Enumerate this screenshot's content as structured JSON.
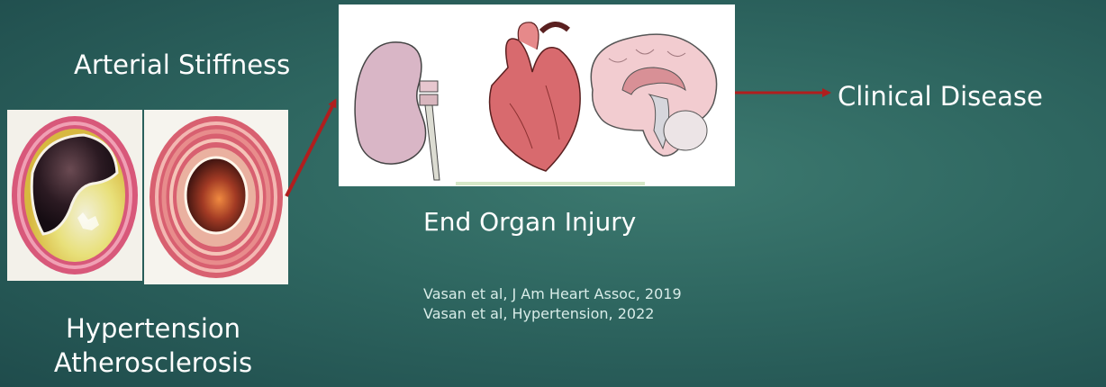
{
  "labels": {
    "arterial_stiffness": "Arterial Stiffness",
    "hypertension": "Hypertension",
    "atherosclerosis": "Atherosclerosis",
    "end_organ_injury": "End Organ Injury",
    "clinical_disease": "Clinical Disease"
  },
  "references": [
    "Vasan et al,  J Am Heart Assoc, 2019",
    "Vasan et al, Hypertension, 2022"
  ],
  "icons": {
    "atherosclerotic_vessel": "atherosclerotic-artery-cross-section",
    "stiff_vessel": "stiff-artery-cross-section",
    "kidney": "kidney",
    "heart": "heart",
    "brain": "brain"
  },
  "colors": {
    "arrow": "#b01e1e",
    "background": "#2e6660",
    "text": "#ffffff"
  }
}
